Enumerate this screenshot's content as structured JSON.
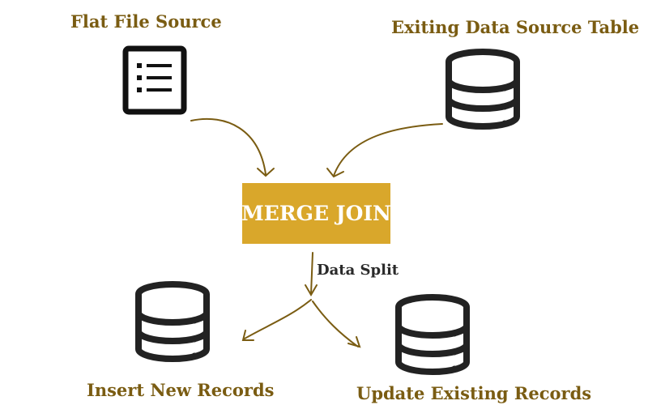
{
  "nodes": {
    "flat_file_source": "Flat File Source",
    "existing_table": "Exiting Data Source Table",
    "merge_join": "MERGE JOIN",
    "insert_new": "Insert New Records",
    "update_existing": "Update Existing Records"
  },
  "edges": {
    "data_split": "Data Split"
  },
  "icons": {
    "flat_file": "list-document-icon",
    "database": "database-icon"
  },
  "colors": {
    "label_text": "#7a5c12",
    "merge_fill": "#d9a72b",
    "arrow": "#7a5c12",
    "icon": "#222222"
  }
}
